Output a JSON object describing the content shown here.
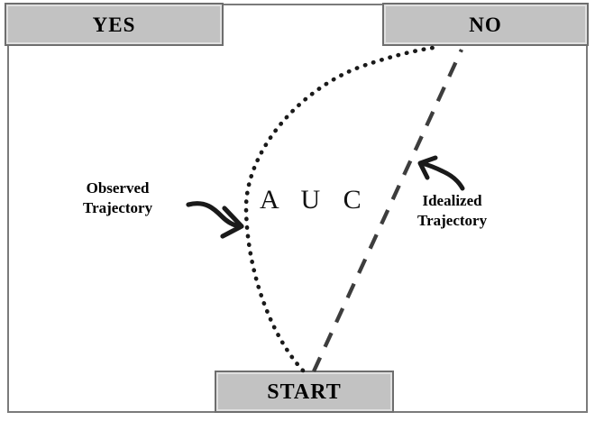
{
  "diagram": {
    "title": "AUC trajectory diagram",
    "nodes": [
      {
        "id": "yes",
        "label": "YES"
      },
      {
        "id": "no",
        "label": "NO"
      },
      {
        "id": "start",
        "label": "START"
      }
    ],
    "region_label": "A U C",
    "annotations": [
      {
        "id": "observed",
        "line1": "Observed",
        "line2": "Trajectory",
        "arrow": "curved-arrow-right",
        "points_to": "observed-trajectory-curve"
      },
      {
        "id": "idealized",
        "line1": "Idealized",
        "line2": "Trajectory",
        "arrow": "curved-arrow-up-left",
        "points_to": "idealized-trajectory-line"
      }
    ],
    "trajectories": [
      {
        "id": "observed-trajectory-curve",
        "name": "Observed Trajectory",
        "style": "dotted",
        "from": "START",
        "to": "NO",
        "color": "#1a1a1a"
      },
      {
        "id": "idealized-trajectory-line",
        "name": "Idealized Trajectory",
        "style": "dashed",
        "from": "START",
        "to": "NO",
        "color": "#3d3d3d"
      }
    ],
    "colors": {
      "box_fill": "#c2c2c2",
      "box_border": "#6e6e6e",
      "box_inner_highlight": "#e0e0e0",
      "frame_border": "#7b7b7b",
      "text": "#000000",
      "dotted_line": "#1a1a1a",
      "dashed_line": "#3d3d3d",
      "background": "#ffffff"
    }
  }
}
